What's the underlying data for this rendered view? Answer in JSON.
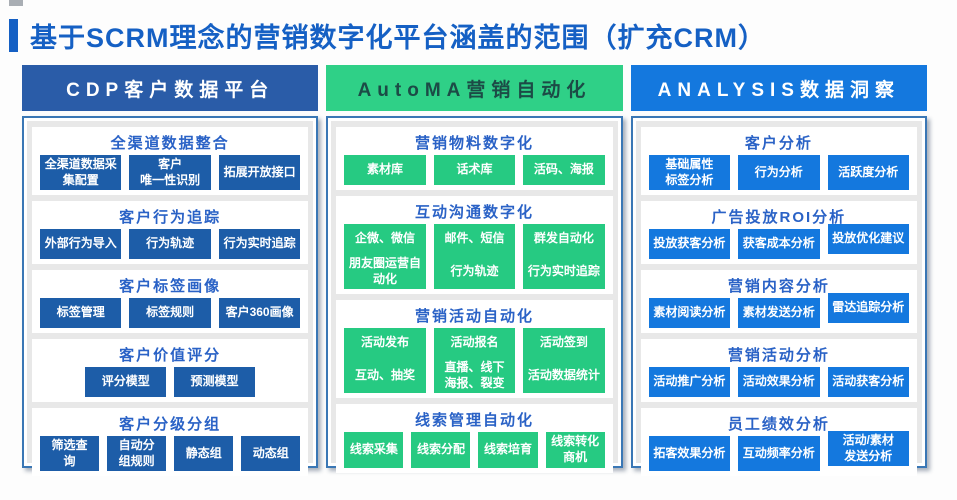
{
  "page": {
    "title": "基于SCRM理念的营销数字化平台涵盖的范围（扩充CRM）"
  },
  "colors": {
    "title_text": "#1560c4",
    "section_title_text": "#2a62c6",
    "panel_bg": "#e8e8e8",
    "panel_border": "#3a77b5",
    "cdp_header_bg": "#2a5ca8",
    "cdp_header_text": "#ffffff",
    "cdp_button_bg": "#1d5da8",
    "automa_header_bg": "#2fd087",
    "automa_header_text": "#1c4b46",
    "automa_button_bg": "#26ca82",
    "analysis_header_bg": "#1478de",
    "analysis_header_text": "#ffffff",
    "analysis_button_bg": "#1478de"
  },
  "columns": [
    {
      "id": "cdp",
      "theme": "cdp",
      "header": "CDP客户数据平台",
      "sections": [
        {
          "title": "全渠道数据整合",
          "rows": [
            [
              "全渠道数据采\n集配置",
              "客户\n唯一性识别",
              "拓展开放接口"
            ]
          ]
        },
        {
          "title": "客户行为追踪",
          "rows": [
            [
              "外部行为导入",
              "行为轨迹",
              "行为实时追踪"
            ]
          ]
        },
        {
          "title": "客户标签画像",
          "rows": [
            [
              "标签管理",
              "标签规则",
              "客户360画像"
            ]
          ]
        },
        {
          "title": "客户价值评分",
          "rows": [
            [
              "评分模型",
              "预测模型"
            ]
          ]
        },
        {
          "title": "客户分级分组",
          "rows": [
            [
              "筛选查\n询",
              "自动分\n组规则",
              "静态组",
              "动态组"
            ]
          ]
        }
      ]
    },
    {
      "id": "automa",
      "theme": "automa",
      "header": "AutoMA营销自动化",
      "sections": [
        {
          "title": "营销物料数字化",
          "rows": [
            [
              "素材库",
              "话术库",
              "活码、海报"
            ]
          ]
        },
        {
          "title": "互动沟通数字化",
          "rows": [
            [
              "企微、微信",
              "邮件、短信",
              "群发自动化"
            ],
            [
              "朋友圈运营自\n动化",
              "行为轨迹",
              "行为实时追踪"
            ]
          ]
        },
        {
          "title": "营销活动自动化",
          "rows": [
            [
              "活动发布",
              "活动报名",
              "活动签到"
            ],
            [
              "互动、抽奖",
              "直播、线下\n海报、裂变",
              "活动数据统计"
            ]
          ]
        },
        {
          "title": "线索管理自动化",
          "rows": [
            [
              "线索采集",
              "线索分配",
              "线索培育",
              "线索转化\n商机"
            ]
          ]
        }
      ]
    },
    {
      "id": "analysis",
      "theme": "analysis",
      "header": "ANALYSIS数据洞察",
      "sections": [
        {
          "title": "客户分析",
          "rows": [
            [
              "基础属性\n标签分析",
              "行为分析",
              "活跃度分析"
            ]
          ]
        },
        {
          "title": "广告投放ROI分析",
          "rows": [
            [
              "投放获客分析",
              "获客成本分析",
              "投放优化建议"
            ]
          ]
        },
        {
          "title": "营销内容分析",
          "rows": [
            [
              "素材阅读分析",
              "素材发送分析",
              "雷达追踪分析"
            ]
          ]
        },
        {
          "title": "营销活动分析",
          "rows": [
            [
              "活动推广分析",
              "活动效果分析",
              "活动获客分析"
            ]
          ]
        },
        {
          "title": "员工绩效分析",
          "rows": [
            [
              "拓客效果分析",
              "互动频率分析",
              "活动/素材\n发送分析"
            ]
          ]
        }
      ]
    }
  ]
}
